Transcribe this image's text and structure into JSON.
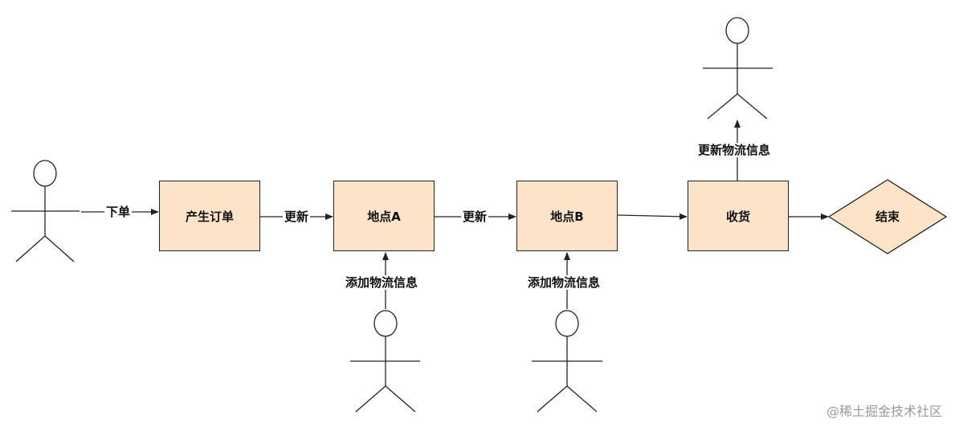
{
  "nodes": {
    "create_order": "产生订单",
    "location_a": "地点A",
    "location_b": "地点B",
    "receive": "收货",
    "end": "结束"
  },
  "edges": {
    "place_order": "下单",
    "update_1": "更新",
    "update_2": "更新",
    "add_logistics_a": "添加物流信息",
    "add_logistics_b": "添加物流信息",
    "update_logistics": "更新物流信息"
  },
  "watermark": "@稀土掘金技术社区",
  "colors": {
    "box_fill": "#fde3c8",
    "stroke": "#222222"
  }
}
